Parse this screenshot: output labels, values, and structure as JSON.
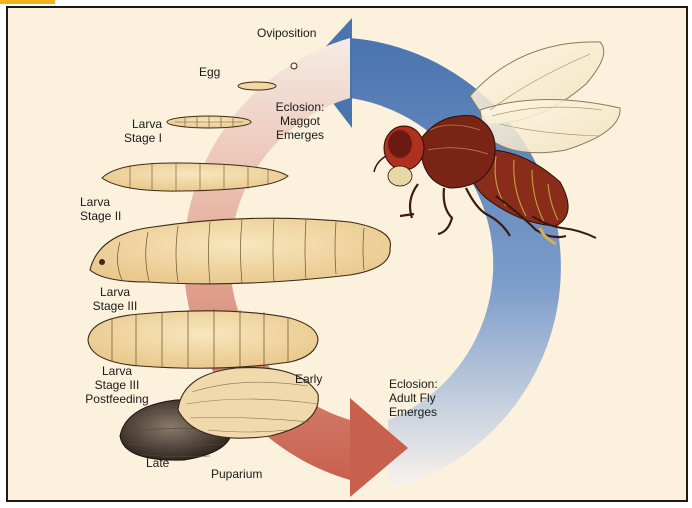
{
  "labels": {
    "oviposition": "Oviposition",
    "egg": "Egg",
    "eclosion_maggot": [
      "Eclosion:",
      "Maggot",
      "Emerges"
    ],
    "larva_stage_1": [
      "Larva",
      "Stage I"
    ],
    "larva_stage_2": [
      "Larva",
      "Stage II"
    ],
    "larva_stage_3": [
      "Larva",
      "Stage III"
    ],
    "larva_stage_3_postfeeding": [
      "Larva",
      "Stage III",
      "Postfeeding"
    ],
    "early": "Early",
    "late": "Late",
    "puparium": "Puparium",
    "eclosion_adult": [
      "Eclosion:",
      "Adult Fly",
      "Emerges"
    ]
  },
  "colors": {
    "accent_tab": "#f3b11c",
    "background": "#fcf1dc",
    "arrow_blue": "#4a74ae",
    "arrow_red": "#c8604e",
    "larva": "#f2d9a4",
    "fly_body": "#7a2416"
  }
}
